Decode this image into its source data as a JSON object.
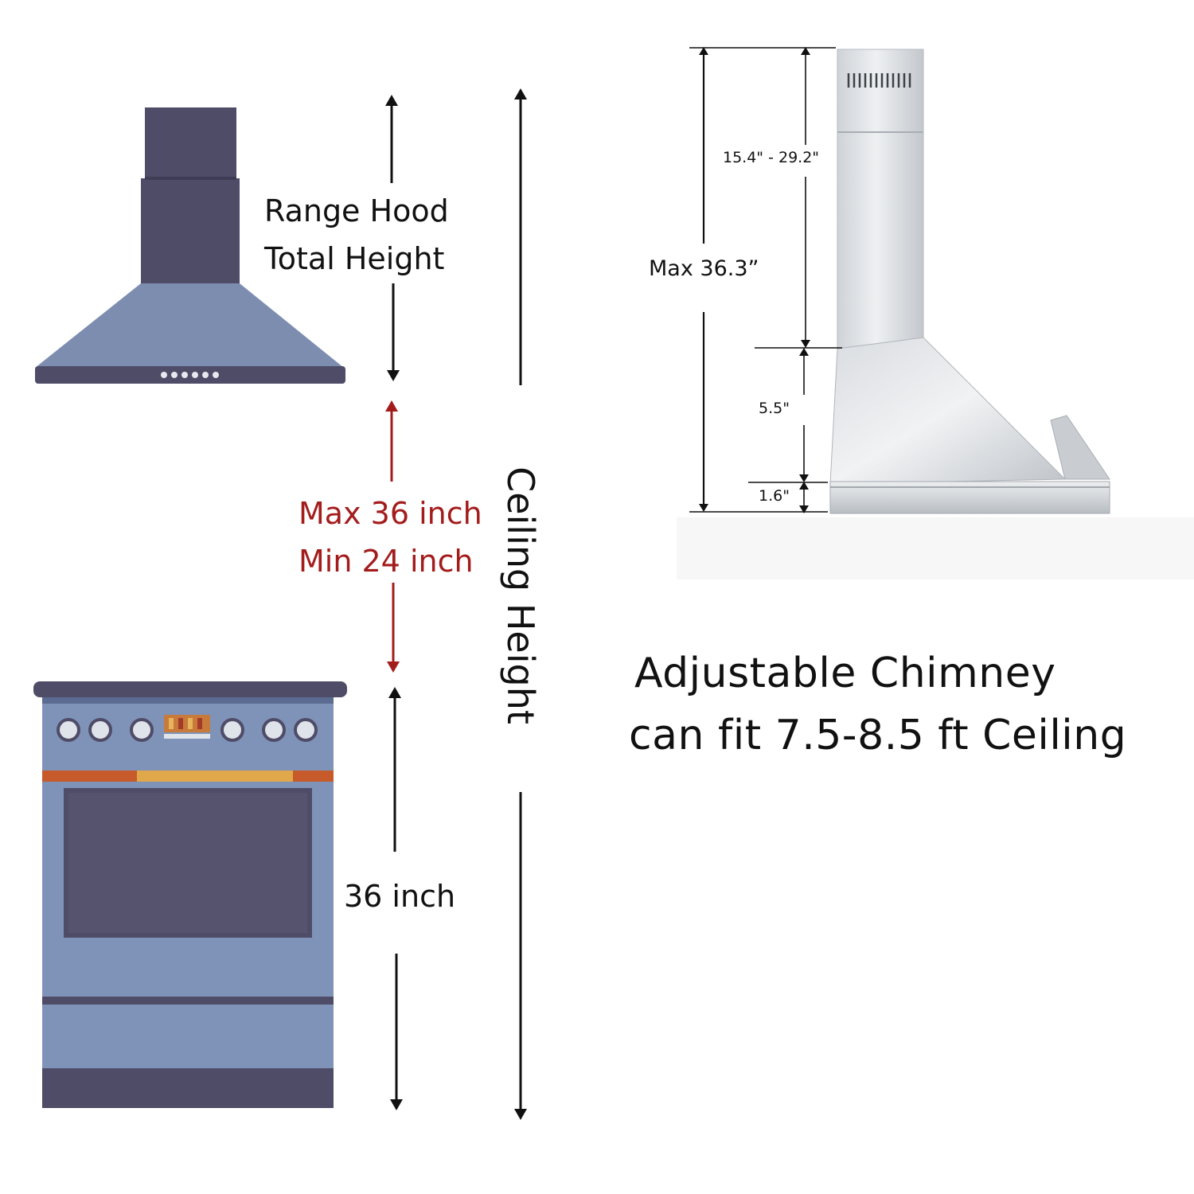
{
  "labels": {
    "hood_total_line1": "Range Hood",
    "hood_total_line2": "Total Height",
    "gap_max": "Max 36 inch",
    "gap_min": "Min 24 inch",
    "stove_height": "36 inch",
    "ceiling_height": "Ceiling Height",
    "chimney_range": "15.4\" - 29.2\"",
    "max_total": "Max 36.3”",
    "canopy_height": "5.5\"",
    "base_height": "1.6\"",
    "headline_line1": "Adjustable Chimney",
    "headline_line2": "can fit 7.5-8.5 ft Ceiling"
  },
  "colors": {
    "arrow_black": "#111111",
    "arrow_red": "#a31c1c",
    "hood_chimney": "#4f4c68",
    "hood_canopy": "#7d8db0",
    "stove_body": "#7f93b8",
    "stove_dark": "#4f4c68",
    "stove_handle": "#c87a3a",
    "steel_light": "#e6e8eb",
    "steel_mid": "#c7cbd0",
    "steel_dark": "#9aa0a6"
  },
  "icons": [
    "range-hood-icon",
    "stove-oven-icon",
    "stainless-range-hood-icon",
    "vent-slots-icon"
  ]
}
